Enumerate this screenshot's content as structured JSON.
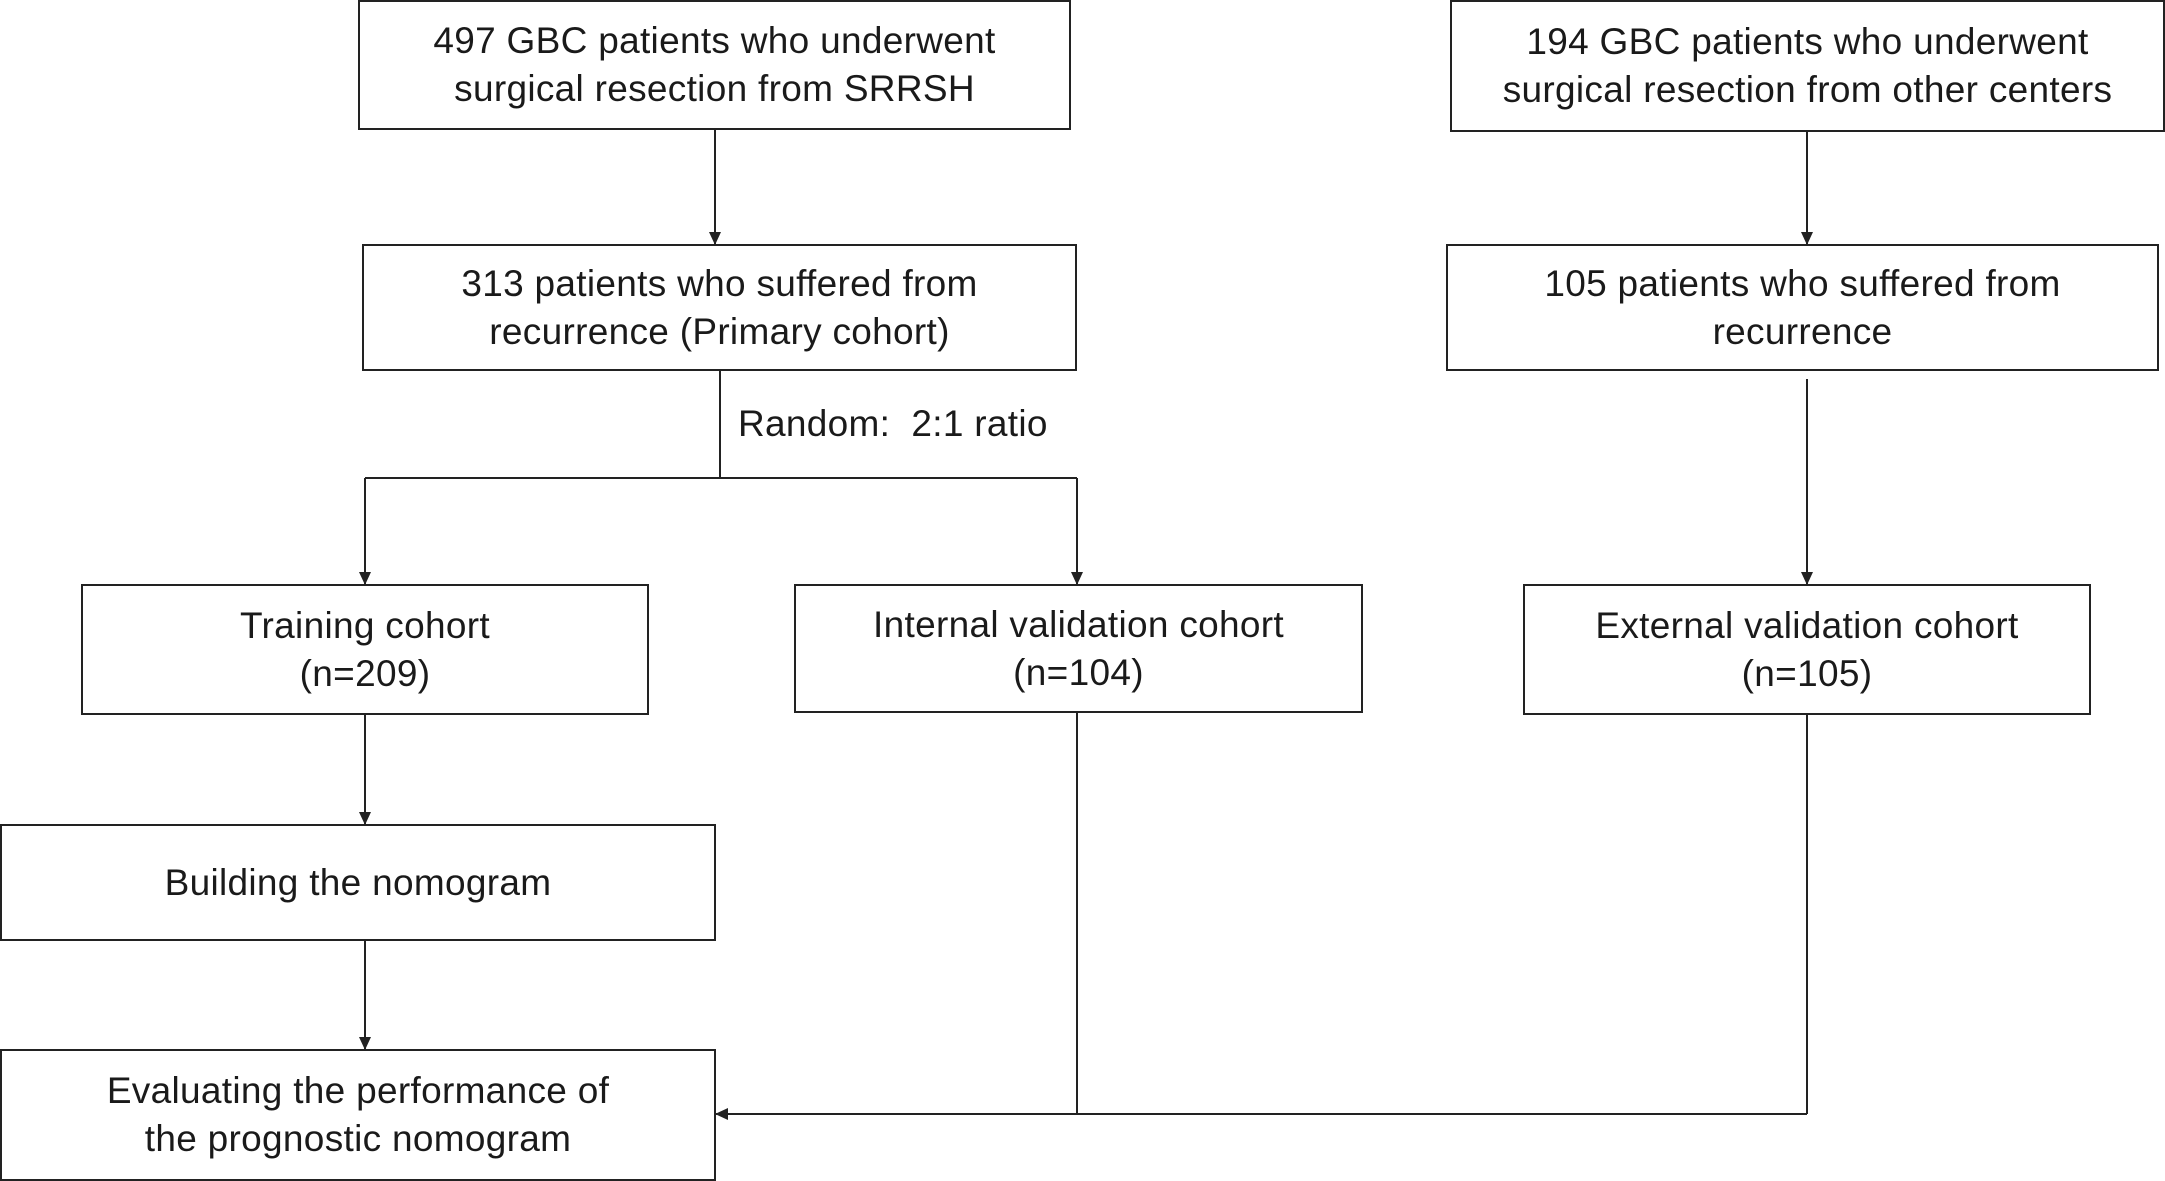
{
  "boxes": {
    "srrsh_patients": {
      "line1": "497 GBC patients who underwent",
      "line2": "surgical resection from SRRSH"
    },
    "other_patients": {
      "line1": "194 GBC patients who underwent",
      "line2": "surgical resection from other centers"
    },
    "primary_cohort": {
      "line1": "313 patients who suffered from",
      "line2": "recurrence (Primary cohort)"
    },
    "other_recurrence": {
      "line1": "105 patients who suffered from",
      "line2": "recurrence"
    },
    "training": {
      "line1": "Training cohort",
      "line2": "(n=209)"
    },
    "internal": {
      "line1": "Internal validation cohort",
      "line2": "(n=104)"
    },
    "external": {
      "line1": "External validation cohort",
      "line2": "(n=105)"
    },
    "building": {
      "line1": "Building the nomogram"
    },
    "evaluating": {
      "line1": "Evaluating the performance of",
      "line2": "the prognostic nomogram"
    }
  },
  "split_label": "Random:  2:1 ratio"
}
